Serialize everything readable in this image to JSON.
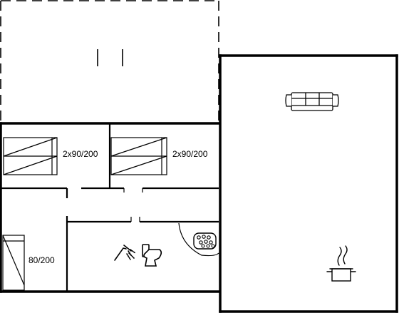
{
  "floorplan": {
    "rooms": [
      {
        "id": "bedroom-1",
        "bed_label": "2x90/200"
      },
      {
        "id": "bedroom-2",
        "bed_label": "2x90/200"
      },
      {
        "id": "bedroom-3",
        "bed_label": "80/200"
      },
      {
        "id": "bathroom",
        "fixtures": [
          "shower-icon",
          "toilet-icon",
          "whirlpool-icon"
        ]
      },
      {
        "id": "living-kitchen",
        "fixtures": [
          "sofa-icon",
          "cooking-pot-icon"
        ]
      },
      {
        "id": "terrace",
        "outline": "dashed"
      }
    ],
    "colors": {
      "wall": "#000000",
      "background": "#ffffff"
    }
  }
}
